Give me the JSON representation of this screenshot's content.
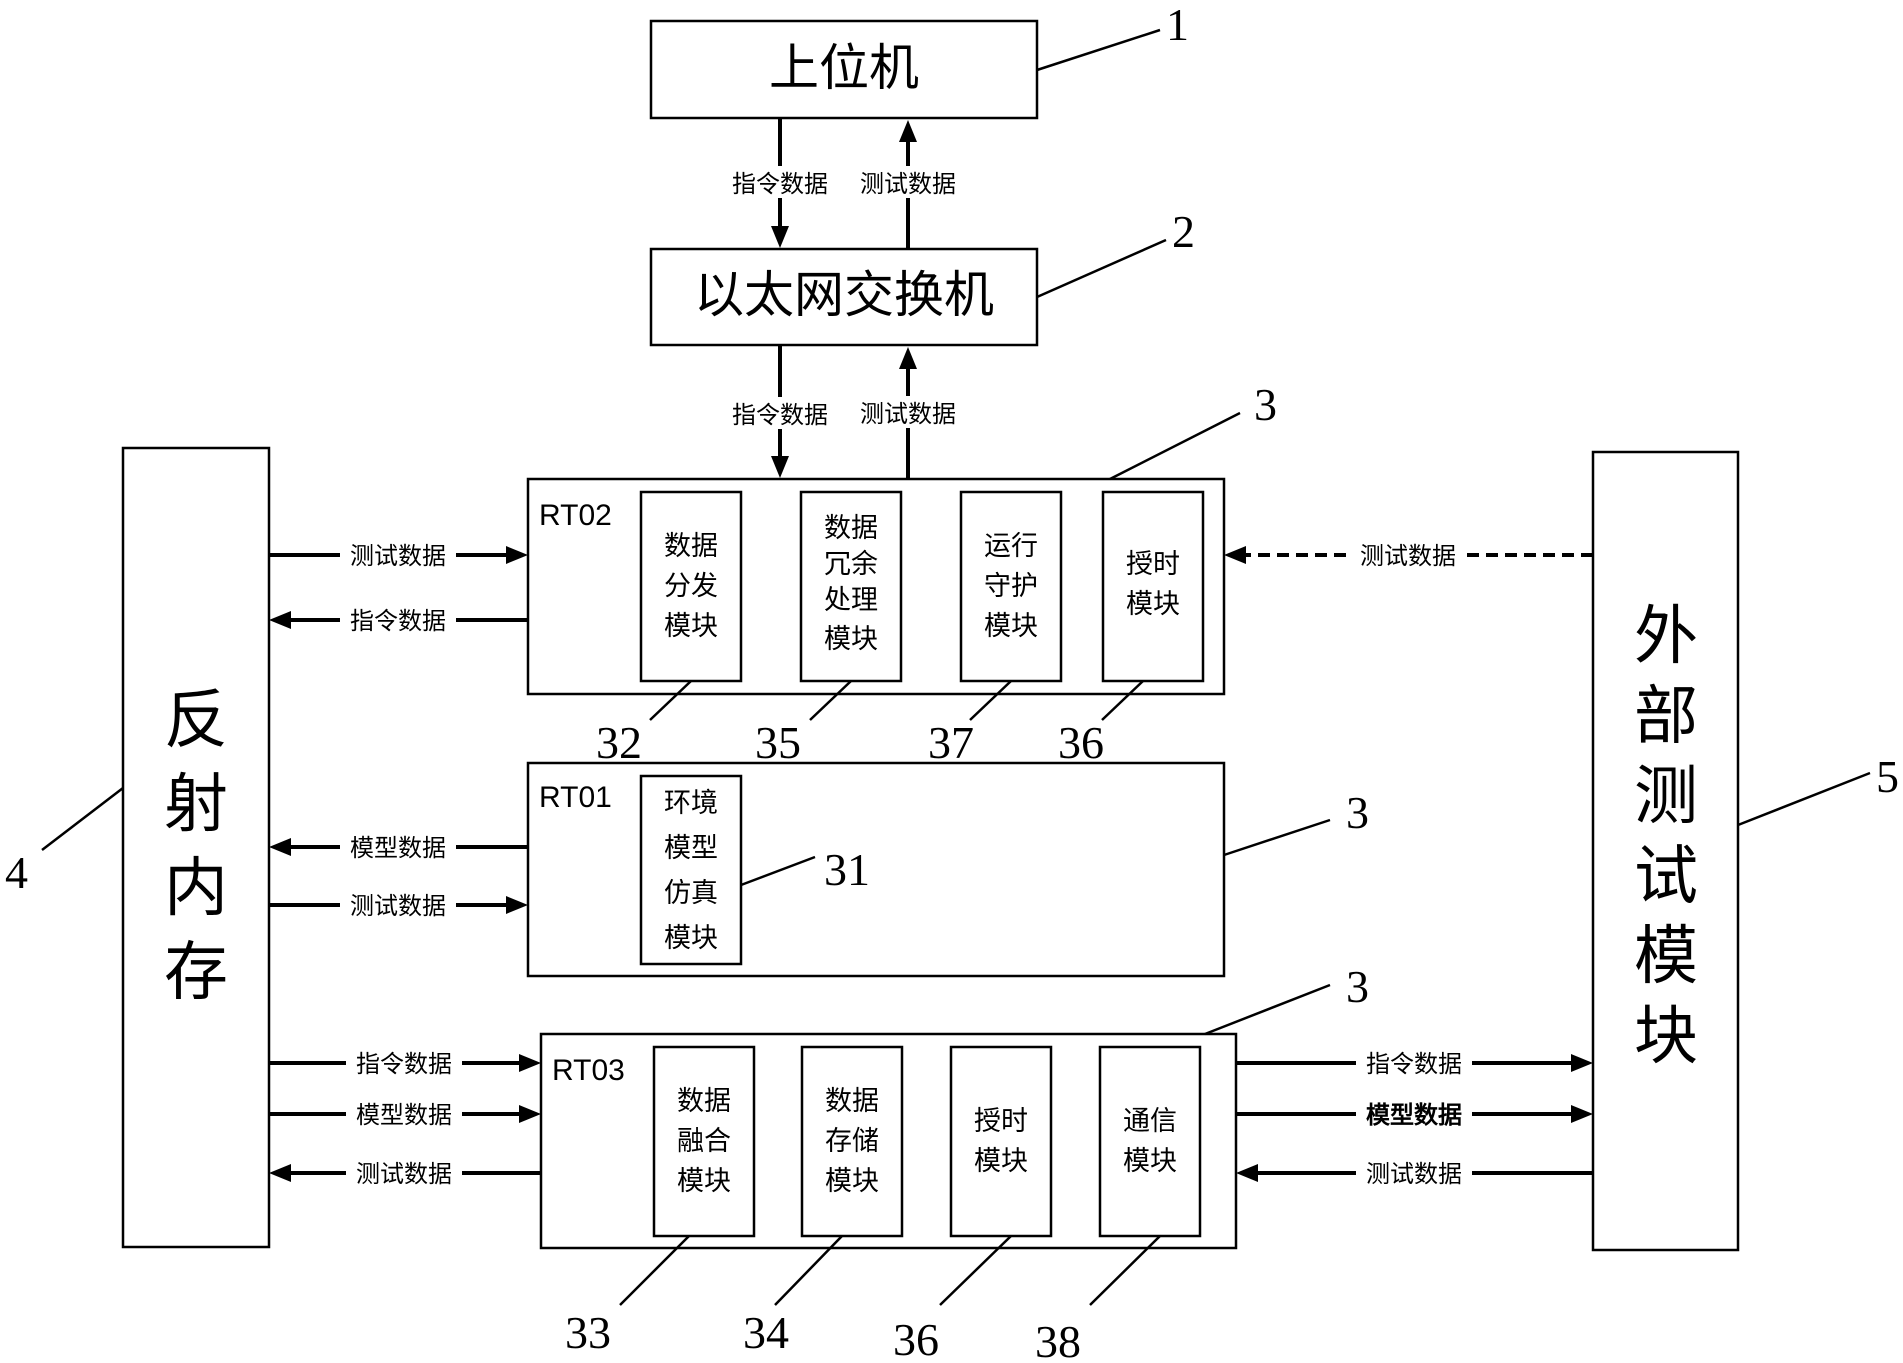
{
  "nodes": {
    "host": "上位机",
    "switch": "以太网交换机",
    "reflective_memory": [
      "反",
      "射",
      "内",
      "存"
    ],
    "external_test": [
      "外",
      "部",
      "测",
      "试",
      "模",
      "块"
    ],
    "rt02": {
      "name": "RT02",
      "modules": [
        [
          "数据",
          "分发",
          "模块"
        ],
        [
          "数据",
          "冗余",
          "处理",
          "模块"
        ],
        [
          "运行",
          "守护",
          "模块"
        ],
        [
          "授时",
          "模块"
        ]
      ]
    },
    "rt01": {
      "name": "RT01",
      "modules": [
        [
          "环境",
          "模型",
          "仿真",
          "模块"
        ]
      ]
    },
    "rt03": {
      "name": "RT03",
      "modules": [
        [
          "数据",
          "融合",
          "模块"
        ],
        [
          "数据",
          "存储",
          "模块"
        ],
        [
          "授时",
          "模块"
        ],
        [
          "通信",
          "模块"
        ]
      ]
    }
  },
  "edge_labels": {
    "host_to_switch": "指令数据",
    "switch_to_host": "测试数据",
    "switch_to_rt02": "指令数据",
    "rt02_to_switch": "测试数据",
    "mem_to_rt02": "测试数据",
    "rt02_to_mem": "指令数据",
    "ext_to_rt02": "测试数据",
    "rt01_to_mem": "模型数据",
    "mem_to_rt01": "测试数据",
    "mem_to_rt03_cmd": "指令数据",
    "mem_to_rt03_model": "模型数据",
    "rt03_to_mem": "测试数据",
    "rt03_to_ext_cmd": "指令数据",
    "rt03_to_ext_model": "模型数据",
    "ext_to_rt03": "测试数据"
  },
  "callouts": {
    "host": "1",
    "switch": "2",
    "rt02": "3",
    "rt01": "3",
    "rt03": "3",
    "reflective_memory": "4",
    "external_test": "5",
    "rt02_modules": [
      "32",
      "35",
      "37",
      "36"
    ],
    "rt01_module": "31",
    "rt03_modules": [
      "33",
      "34",
      "36",
      "38"
    ]
  }
}
